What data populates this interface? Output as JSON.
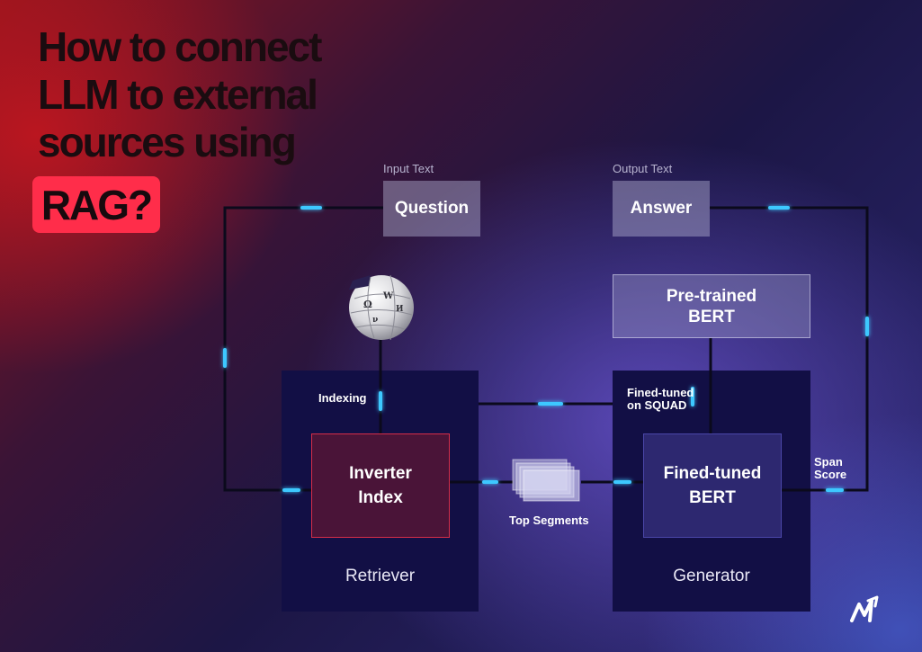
{
  "title": {
    "lines": [
      "How to connect",
      "LLM to external",
      "sources using"
    ],
    "highlight": "RAG?"
  },
  "diagram": {
    "input": {
      "caption": "Input Text",
      "label": "Question"
    },
    "output": {
      "caption": "Output Text",
      "label": "Answer"
    },
    "pretrained": {
      "line1": "Pre-trained",
      "line2": "BERT"
    },
    "retriever": {
      "label": "Retriever",
      "indexing_label": "Indexing",
      "index_box": {
        "line1": "Inverter",
        "line2": "Index"
      }
    },
    "generator": {
      "label": "Generator",
      "finetuned_caption": {
        "line1": "Fined-tuned",
        "line2": "on SQUAD"
      },
      "model_box": {
        "line1": "Fined-tuned",
        "line2": "BERT"
      }
    },
    "segments_label": "Top Segments",
    "span_score": {
      "line1": "Span",
      "line2": "Score"
    },
    "icons": [
      "wikipedia-globe-icon",
      "document-stack-icon",
      "brand-logo-icon"
    ],
    "colors": {
      "accent_red": "#ff2d4a",
      "glow_blue": "#3ec8ff",
      "panel": "#120f45"
    }
  }
}
